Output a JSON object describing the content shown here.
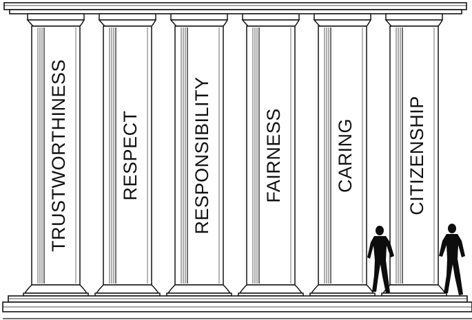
{
  "colors": {
    "ink": "#111111",
    "paper": "#ffffff",
    "figure": "#0d0d0d"
  },
  "pillars": [
    {
      "label": "TRUSTWORTHINESS"
    },
    {
      "label": "RESPECT"
    },
    {
      "label": "RESPONSIBILITY"
    },
    {
      "label": "FAIRNESS"
    },
    {
      "label": "CARING"
    },
    {
      "label": "CITIZENSHIP"
    }
  ],
  "figures": [
    {
      "icon": "walking-person-icon"
    },
    {
      "icon": "walking-person-icon"
    }
  ]
}
